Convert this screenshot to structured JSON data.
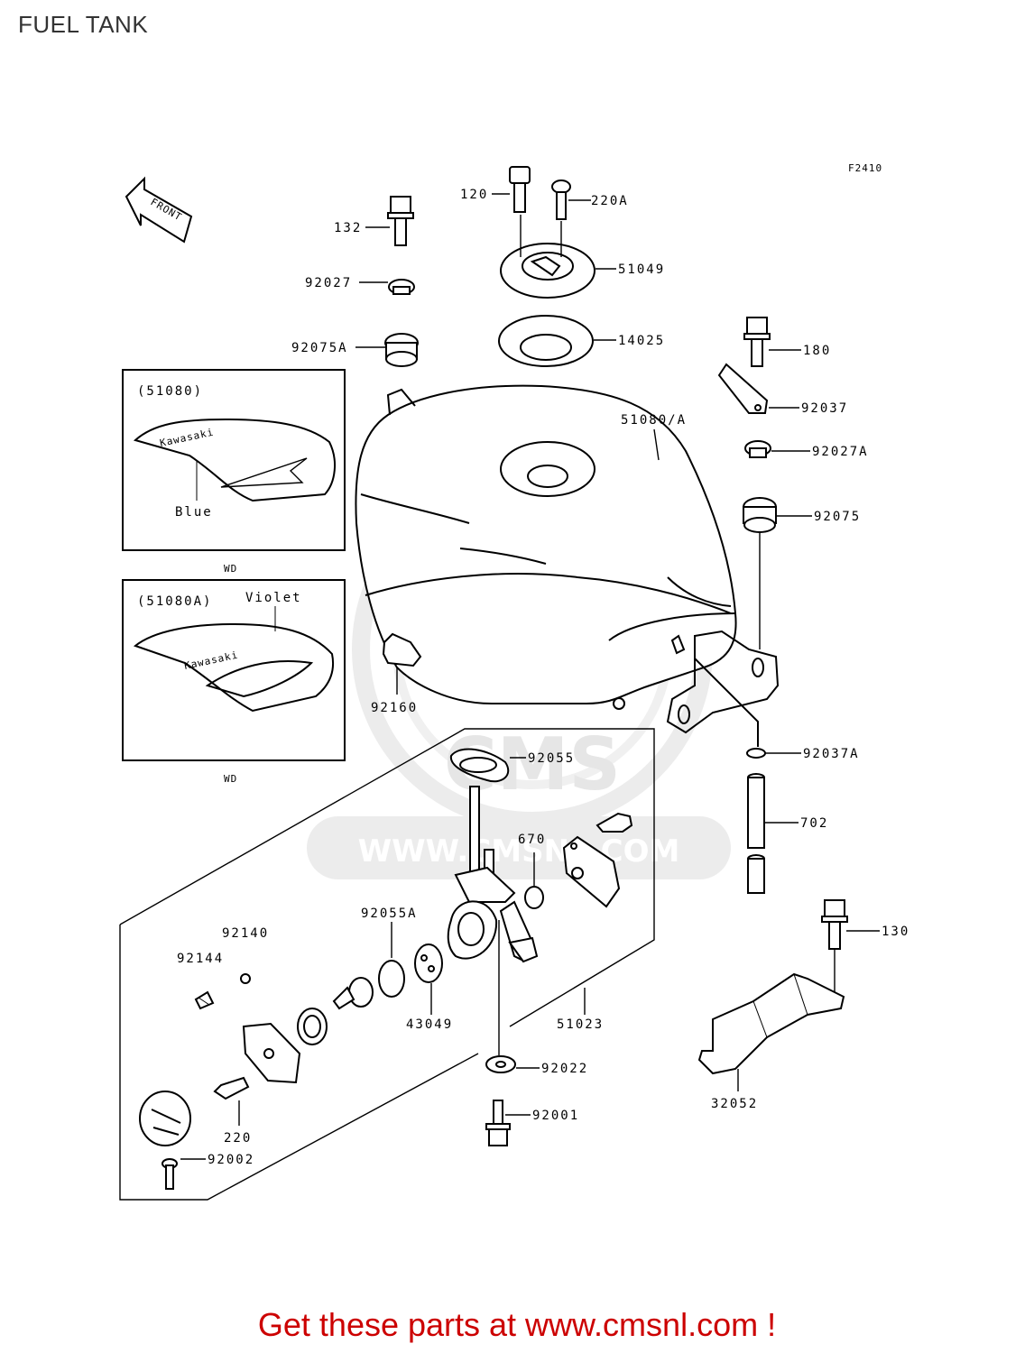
{
  "header": {
    "title": "FUEL TANK"
  },
  "figure_code": "F2410",
  "front_arrow_label": "FRONT",
  "watermark": {
    "brand": "CMS",
    "url": "WWW.CMSNL.COM"
  },
  "insets": [
    {
      "part": "(51080)",
      "color": "Blue",
      "caption": "WD",
      "logo": "Kawasaki"
    },
    {
      "part": "(51080A)",
      "color": "Violet",
      "caption": "WD",
      "logo": "Kawasaki"
    }
  ],
  "parts": {
    "p120": "120",
    "p220a": "220A",
    "p132": "132",
    "p92027": "92027",
    "p51049": "51049",
    "p92075a": "92075A",
    "p14025": "14025",
    "p180": "180",
    "p92037": "92037",
    "p51080": "51080/A",
    "p92027a": "92027A",
    "p92075": "92075",
    "p92160": "92160",
    "p92037a": "92037A",
    "p92055": "92055",
    "p702": "702",
    "p670": "670",
    "p92140": "92140",
    "p92055a": "92055A",
    "p92144": "92144",
    "p130": "130",
    "p43049": "43049",
    "p51023": "51023",
    "p92022": "92022",
    "p32052": "32052",
    "p220": "220",
    "p92001": "92001",
    "p92002": "92002"
  },
  "footer": {
    "link_text": "Get these parts at www.cmsnl.com !"
  }
}
